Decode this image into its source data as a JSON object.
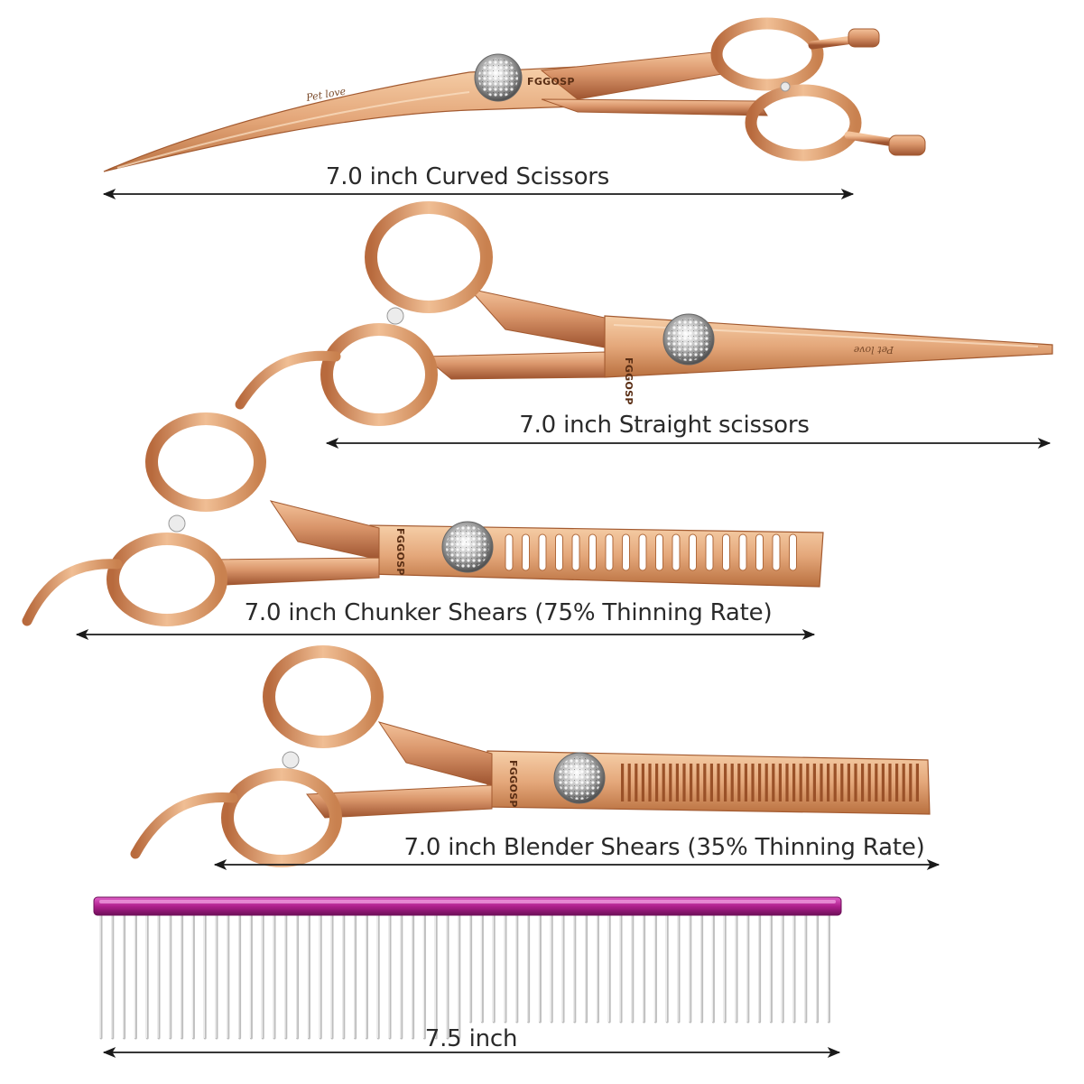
{
  "brand_engraving": "FGGOSP",
  "script_engraving": "Pet love",
  "items": [
    {
      "label": "7.0 inch  Curved Scissors"
    },
    {
      "label": "7.0 inch Straight scissors"
    },
    {
      "label": "7.0 inch Chunker Shears (75% Thinning Rate)"
    },
    {
      "label": "7.0 inch Blender Shears (35% Thinning Rate)"
    },
    {
      "label": "7.5 inch"
    }
  ],
  "colors": {
    "rose_gold": "#d9956a",
    "rose_gold_dark": "#a35a30",
    "comb_spine": "#b0208e",
    "comb_teeth": "#c8c8c8",
    "text": "#2a2a2a"
  }
}
